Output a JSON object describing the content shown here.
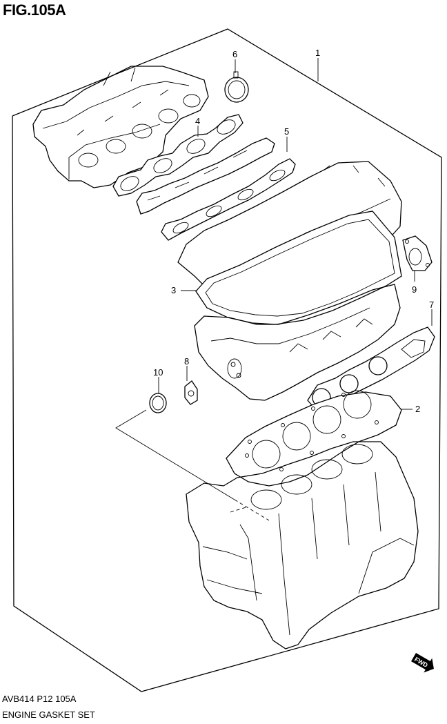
{
  "figure": {
    "title": "FIG.105A"
  },
  "callouts": [
    "1",
    "2",
    "3",
    "4",
    "5",
    "6",
    "7",
    "8",
    "9",
    "10"
  ],
  "footer": {
    "code": "AVB414 P12 105A",
    "name": "ENGINE GASKET SET"
  },
  "fwd_label": "FWD"
}
